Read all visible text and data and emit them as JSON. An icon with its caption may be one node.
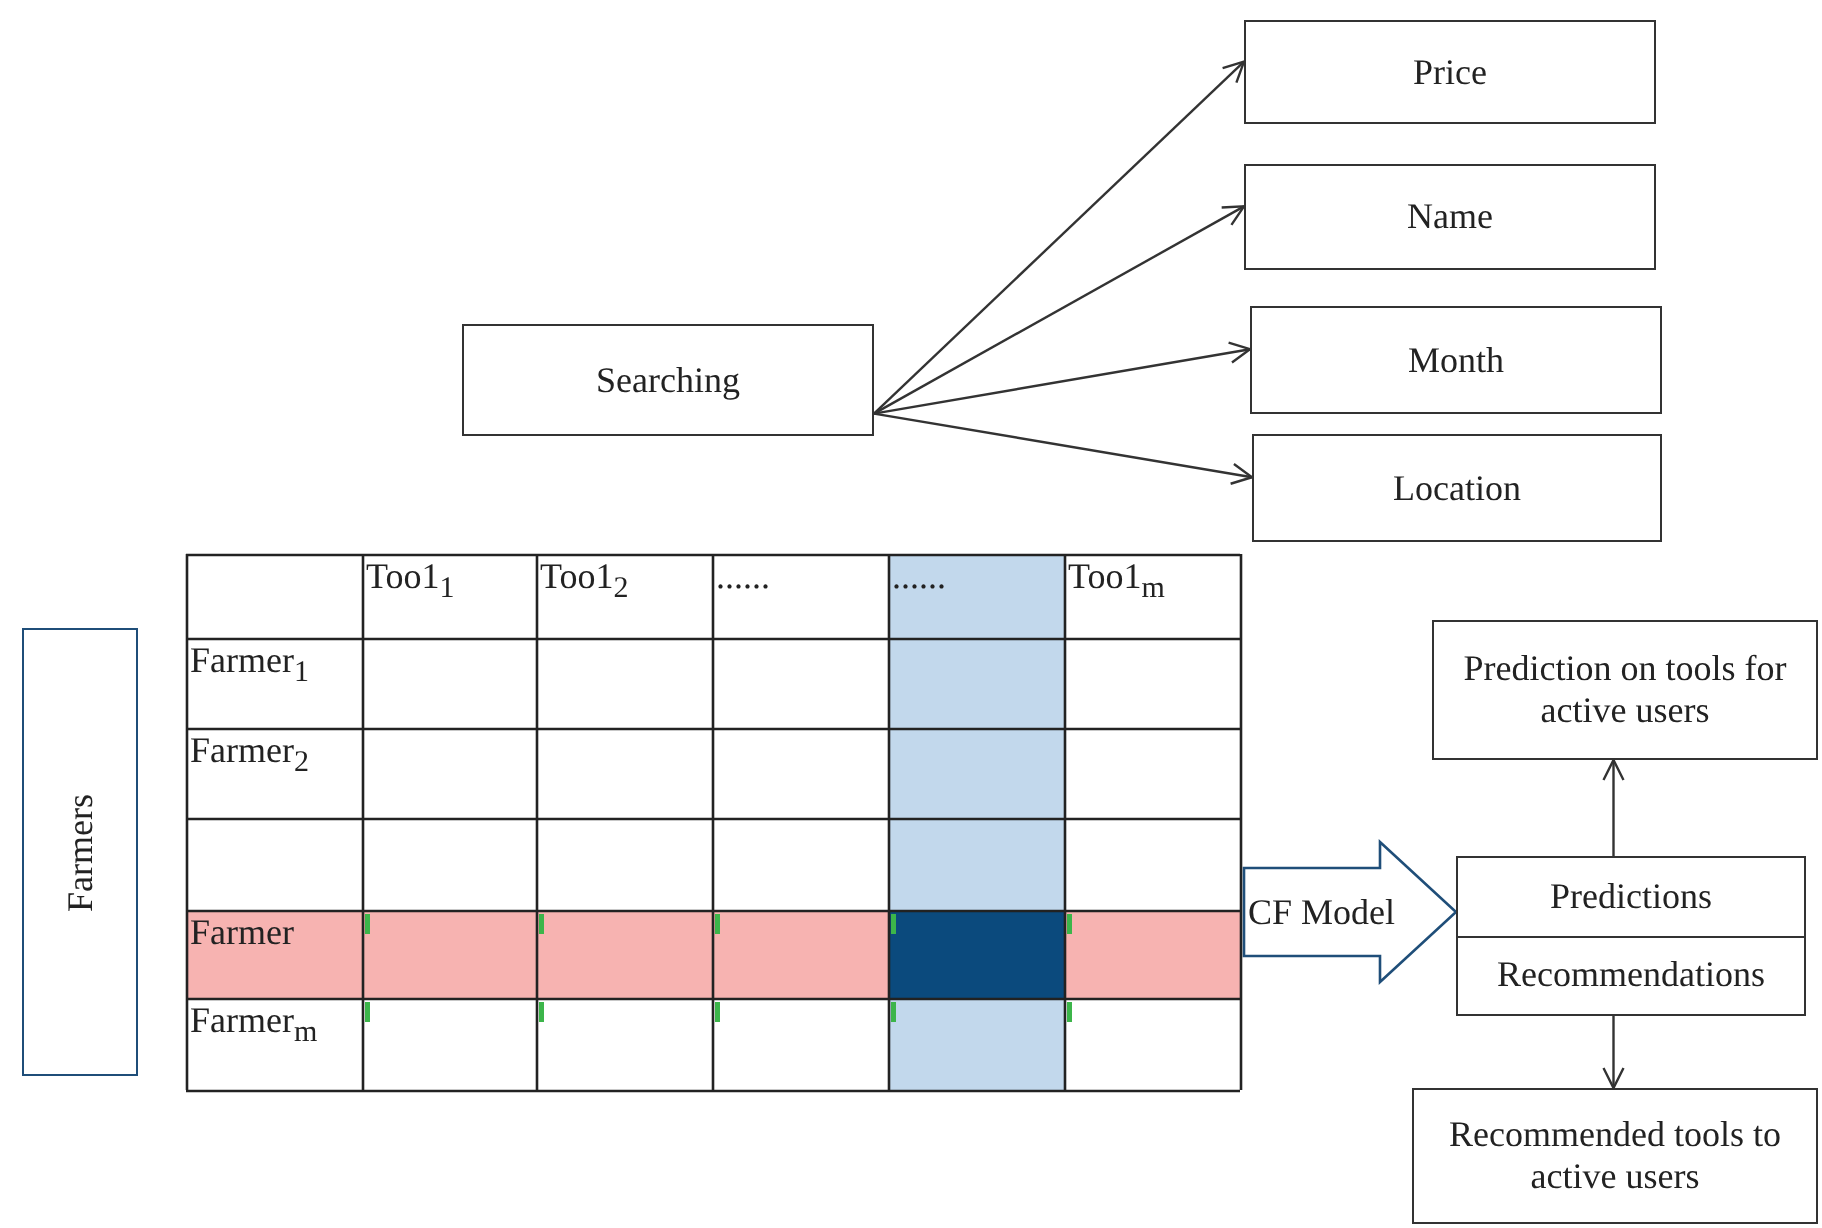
{
  "diagram": {
    "nodes": [
      {
        "text": [
          "Searching"
        ]
      },
      {
        "text": [
          "Price"
        ]
      },
      {
        "text": [
          "Name"
        ]
      },
      {
        "text": [
          "Month"
        ]
      },
      {
        "text": [
          "Location"
        ]
      },
      {
        "text": [
          "Farmers"
        ]
      },
      {
        "text": [],
        "shape": "table"
      },
      {
        "text": [
          "Predictions",
          "Recommendations"
        ]
      },
      {
        "text": [
          "Prediction on tools for active users"
        ]
      },
      {
        "text": [
          "Recommended tools to active users"
        ]
      }
    ],
    "edges": [
      {
        "from": 0,
        "to": 1,
        "arrow": "to"
      },
      {
        "from": 0,
        "to": 2,
        "arrow": "to"
      },
      {
        "from": 0,
        "to": 3,
        "arrow": "to"
      },
      {
        "from": 0,
        "to": 4,
        "arrow": "to"
      },
      {
        "from": 6,
        "to": 7,
        "arrow": "to",
        "label": "CF Model",
        "style": "thick",
        "color": "#1f4e79"
      },
      {
        "from": 7,
        "to": 8,
        "arrow": "to"
      },
      {
        "from": 7,
        "to": 9,
        "arrow": "to"
      }
    ],
    "labels": [
      "Too1$_{1}$",
      "Too1$_{2}$",
      "......",
      "......",
      "Too1$_{m}$",
      "Farmer$_{1}$",
      "Farmer$_{2}$",
      "Farmer",
      "Farmer$_{m}$"
    ]
  }
}
